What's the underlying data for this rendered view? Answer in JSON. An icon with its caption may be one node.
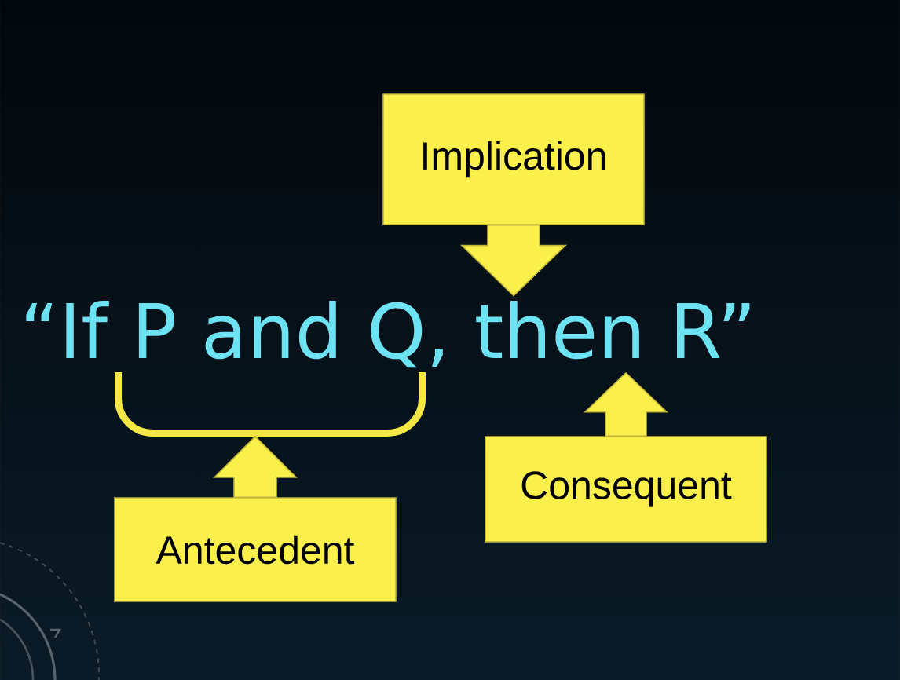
{
  "diagram": {
    "nodes": [
      {
        "text": [
          "Implication"
        ]
      },
      {
        "text": [
          "“If P and Q, then R”"
        ]
      },
      {
        "text": [],
        "shape": "bracket"
      },
      {
        "text": [
          "Consequent"
        ]
      },
      {
        "text": [
          "Antecedent"
        ]
      }
    ],
    "edges": [
      {
        "from": 0,
        "to": 1,
        "arrow": "to"
      },
      {
        "from": 3,
        "to": 1,
        "arrow": "to"
      },
      {
        "from": 4,
        "to": 2,
        "arrow": "to"
      }
    ]
  }
}
